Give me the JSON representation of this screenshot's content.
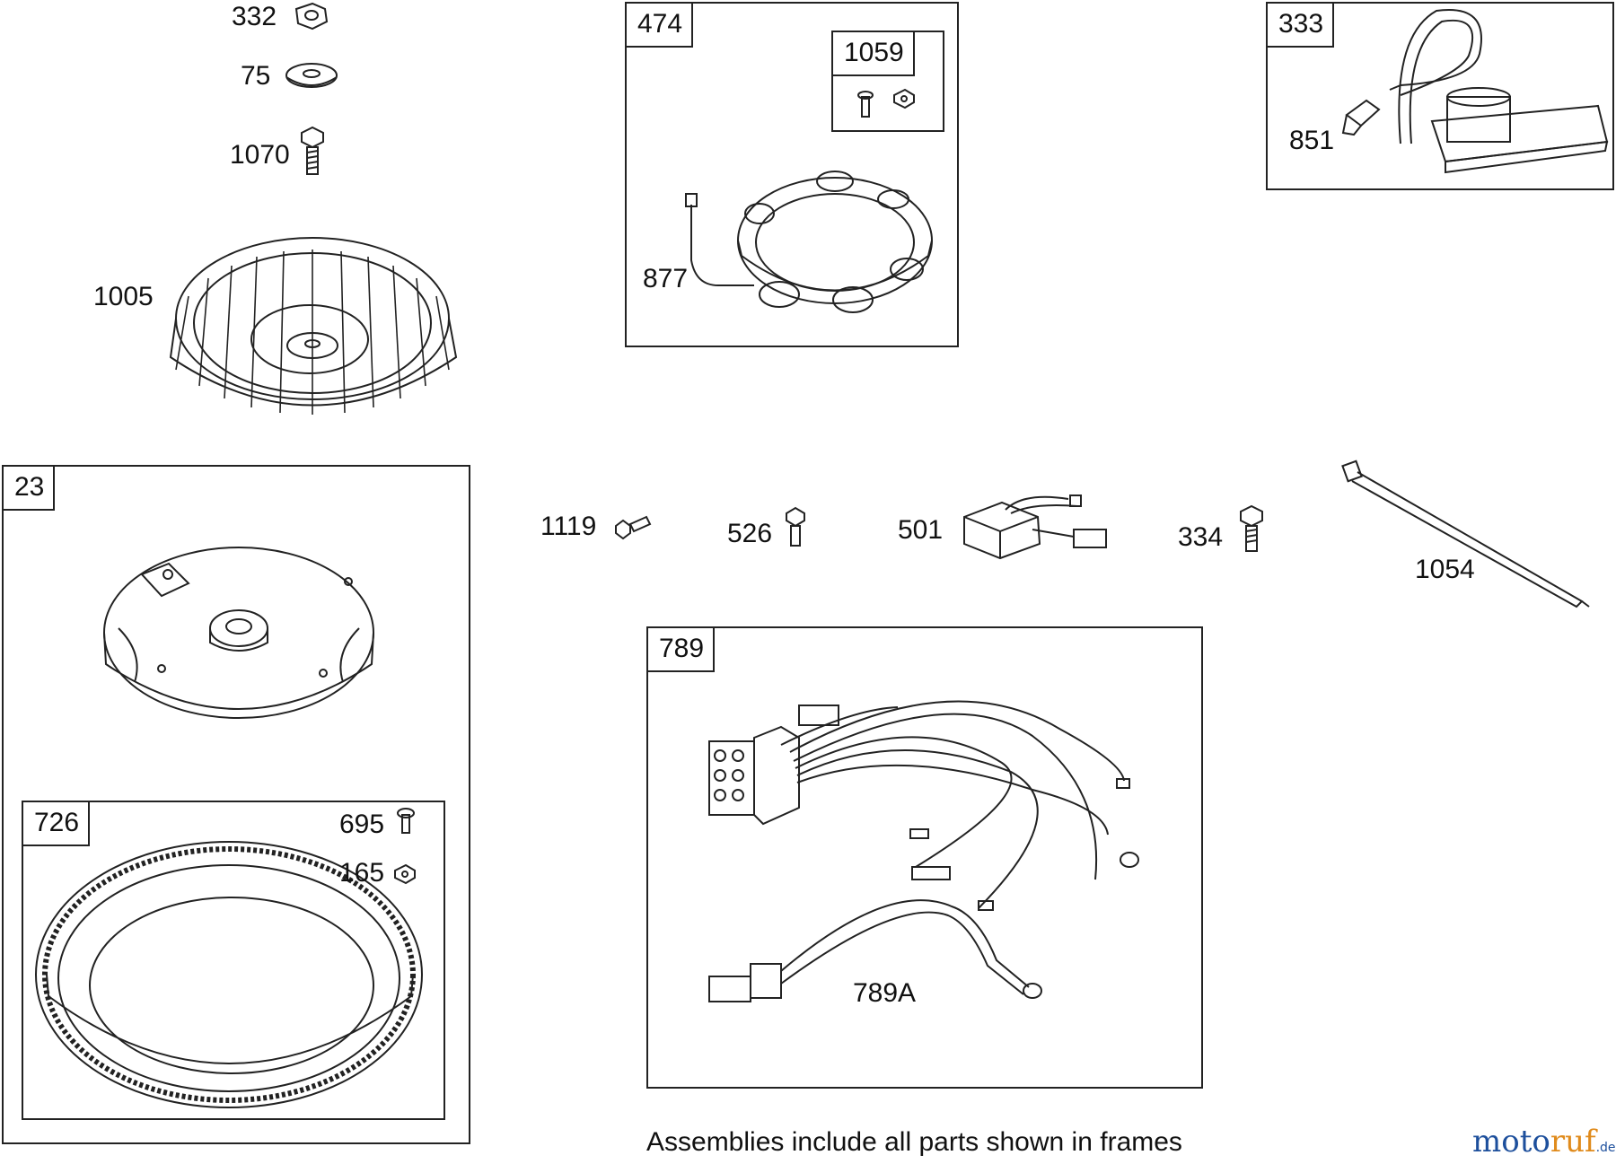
{
  "parts": {
    "p332": "332",
    "p75": "75",
    "p1070": "1070",
    "p1005": "1005",
    "p474": "474",
    "p1059": "1059",
    "p877": "877",
    "p333": "333",
    "p851": "851",
    "p23": "23",
    "p726": "726",
    "p695": "695",
    "p165": "165",
    "p1119": "1119",
    "p526": "526",
    "p501": "501",
    "p334": "334",
    "p1054": "1054",
    "p789": "789",
    "p789A": "789A"
  },
  "caption": "Assemblies include all parts shown in frames",
  "watermark": {
    "brand_a": "moto",
    "brand_b": "ruf",
    "suffix": ".de"
  },
  "colors": {
    "line": "#222222",
    "background": "#ffffff",
    "brand_blue": "#1d4f9c",
    "brand_orange": "#e08b1c"
  }
}
